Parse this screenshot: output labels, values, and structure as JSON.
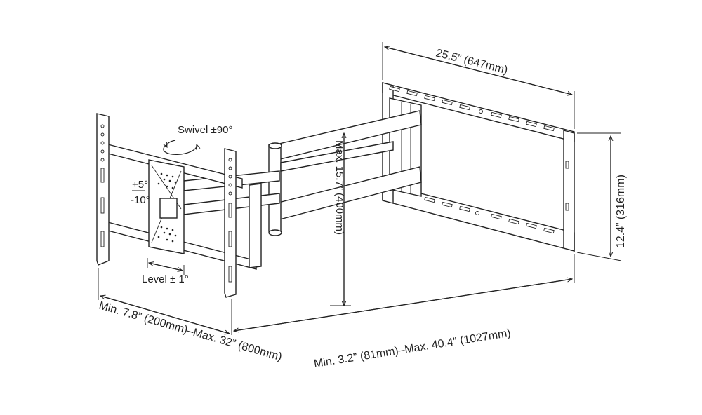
{
  "labels": {
    "swivel": "Swivel ±90°",
    "tilt_up": "+5°",
    "tilt_down": "-10°",
    "level": "Level ± 1°",
    "wall_plate_width": "25.5” (647mm)",
    "wall_plate_height": "12.4” (316mm)",
    "arm_extension": "Min. 3.2” (81mm)–Max. 40.4” (1027mm)",
    "vesa_range": "Min. 7.8” (200mm)–Max. 32” (800mm)",
    "vertical_adjust": "Max. 15.7” (400mm)"
  }
}
